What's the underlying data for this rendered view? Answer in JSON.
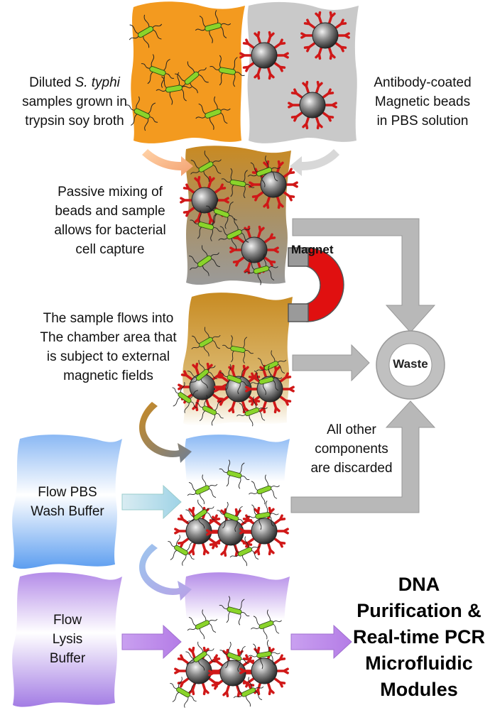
{
  "labels": {
    "sample_source": {
      "line1_pre": "Diluted ",
      "line1_italic": "S. typhi",
      "line2": "samples grown in",
      "line3": "trypsin soy broth"
    },
    "antibody_beads": {
      "line1": "Antibody-coated",
      "line2": "Magnetic beads",
      "line3": "in PBS solution"
    },
    "mixing": {
      "line1": "Passive mixing of",
      "line2": "beads and sample",
      "line3": "allows for bacterial",
      "line4": "cell capture"
    },
    "magnet": "Magnet",
    "chamber": {
      "line1": "The sample flows into",
      "line2": "The chamber area that",
      "line3": "is subject to external",
      "line4": "magnetic fields"
    },
    "waste": "Waste",
    "discarded": {
      "line1": "All other",
      "line2": "components",
      "line3": "are discarded"
    },
    "wash": {
      "line1": "Flow PBS",
      "line2": "Wash Buffer"
    },
    "lysis": {
      "line1": "Flow",
      "line2": "Lysis",
      "line3": "Buffer"
    },
    "output": {
      "line1": "DNA",
      "line2": "Purification &",
      "line3": "Real-time PCR",
      "line4": "Microfluidic",
      "line5": "Modules"
    }
  },
  "colors": {
    "orange": "#f39a1f",
    "gray_panel": "#c9c9c9",
    "antibody_red": "#d01818",
    "bacteria_green": "#8ad42a",
    "arrow_gray": "#b8b8b8",
    "wash_blue": "#6aa8f2",
    "lysis_purple": "#b48ce8",
    "magnet_red": "#e01010"
  }
}
